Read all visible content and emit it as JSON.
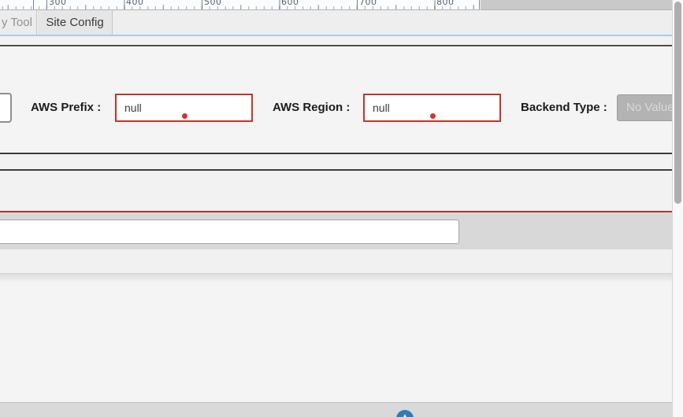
{
  "ruler": {
    "labels": [
      "300",
      "400",
      "500",
      "600",
      "700",
      "800"
    ]
  },
  "tabs": {
    "query_tool": "y Tool",
    "site_config": "Site Config"
  },
  "form": {
    "aws_prefix": {
      "label": "AWS Prefix :",
      "value": "null"
    },
    "aws_region": {
      "label": "AWS Region :",
      "value": "null"
    },
    "backend_type": {
      "label": "Backend Type :",
      "value": "No Value"
    }
  },
  "long_input": {
    "value": ""
  },
  "icons": {
    "fab": "▲"
  },
  "colors": {
    "error_border": "#c5342c",
    "error_dot": "#d3352b",
    "tab_underline_blue": "#a5cdee",
    "red_divider": "#b2362c",
    "dark_divider": "#3d3d3d",
    "fab_blue": "#2e7cb5",
    "disabled_field_bg": "#b3b3b3",
    "disabled_field_text": "#d9d9d9"
  }
}
